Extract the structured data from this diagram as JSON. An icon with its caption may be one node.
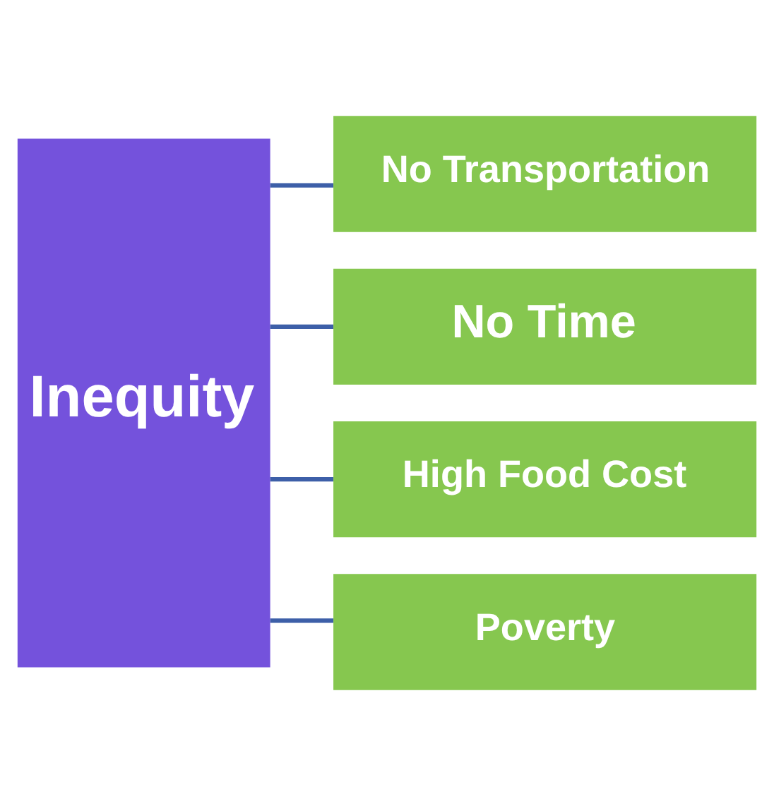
{
  "diagram": {
    "nodes": [
      {
        "text": [
          "Inequity"
        ]
      },
      {
        "text": [
          "No Transportation"
        ]
      },
      {
        "text": [
          "No Time"
        ]
      },
      {
        "text": [
          "High Food Cost"
        ]
      },
      {
        "text": [
          "Poverty"
        ]
      }
    ],
    "edges": [
      {
        "from": 0,
        "to": 1,
        "arrow": "none"
      },
      {
        "from": 0,
        "to": 2,
        "arrow": "none"
      },
      {
        "from": 0,
        "to": 3,
        "arrow": "none"
      },
      {
        "from": 0,
        "to": 4,
        "arrow": "none"
      }
    ]
  }
}
